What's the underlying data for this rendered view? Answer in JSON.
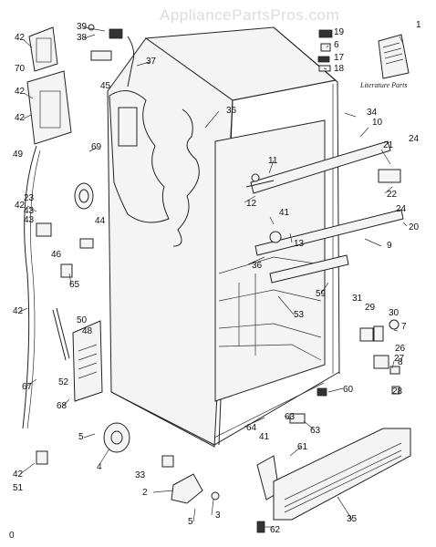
{
  "watermark": "AppliancePartsPros.com",
  "literature_caption": "Literature Parts",
  "callouts": [
    "1",
    "2",
    "3",
    "4",
    "5",
    "5",
    "6",
    "7",
    "8",
    "9",
    "10",
    "11",
    "12",
    "13",
    "17",
    "18",
    "19",
    "20",
    "21",
    "22",
    "23",
    "24",
    "24",
    "26",
    "27",
    "28",
    "29",
    "30",
    "31",
    "33",
    "34",
    "35",
    "36",
    "36",
    "37",
    "38",
    "39",
    "41",
    "41",
    "42",
    "42",
    "42",
    "42",
    "42",
    "42",
    "43",
    "43",
    "44",
    "45",
    "46",
    "48",
    "49",
    "50",
    "51",
    "52",
    "53",
    "59",
    "60",
    "61",
    "62",
    "63",
    "63",
    "64",
    "65",
    "67",
    "68",
    "69",
    "70",
    "0"
  ]
}
